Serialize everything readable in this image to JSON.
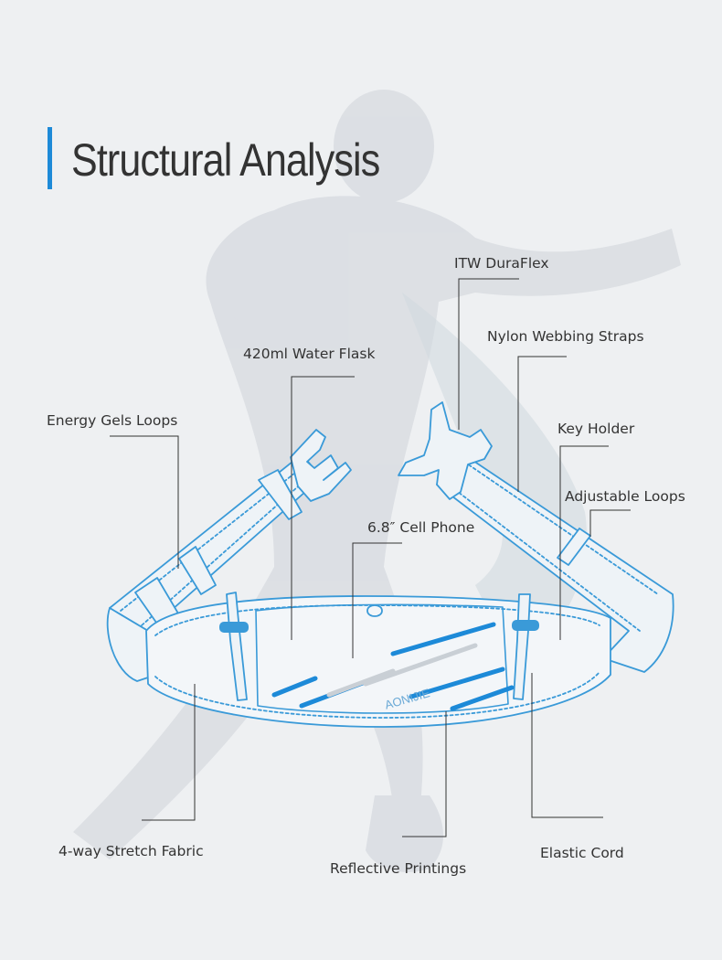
{
  "title": "Structural Analysis",
  "labels": {
    "itw_duraflex": "ITW DuraFlex",
    "nylon_webbing_straps": "Nylon Webbing Straps",
    "water_flask": "420ml Water Flask",
    "energy_gels_loops": "Energy Gels Loops",
    "key_holder": "Key Holder",
    "adjustable_loops": "Adjustable Loops",
    "cell_phone": "6.8″ Cell Phone",
    "stretch_fabric": "4-way Stretch Fabric",
    "reflective_printings": "Reflective Printings",
    "elastic_cord": "Elastic Cord"
  },
  "brand": {
    "logo_text": "AONIJIE"
  },
  "colors": {
    "accent": "#1d8ad8",
    "outline": "#3a9ad8",
    "leader_line": "#333333",
    "background": "#eef0f2"
  }
}
